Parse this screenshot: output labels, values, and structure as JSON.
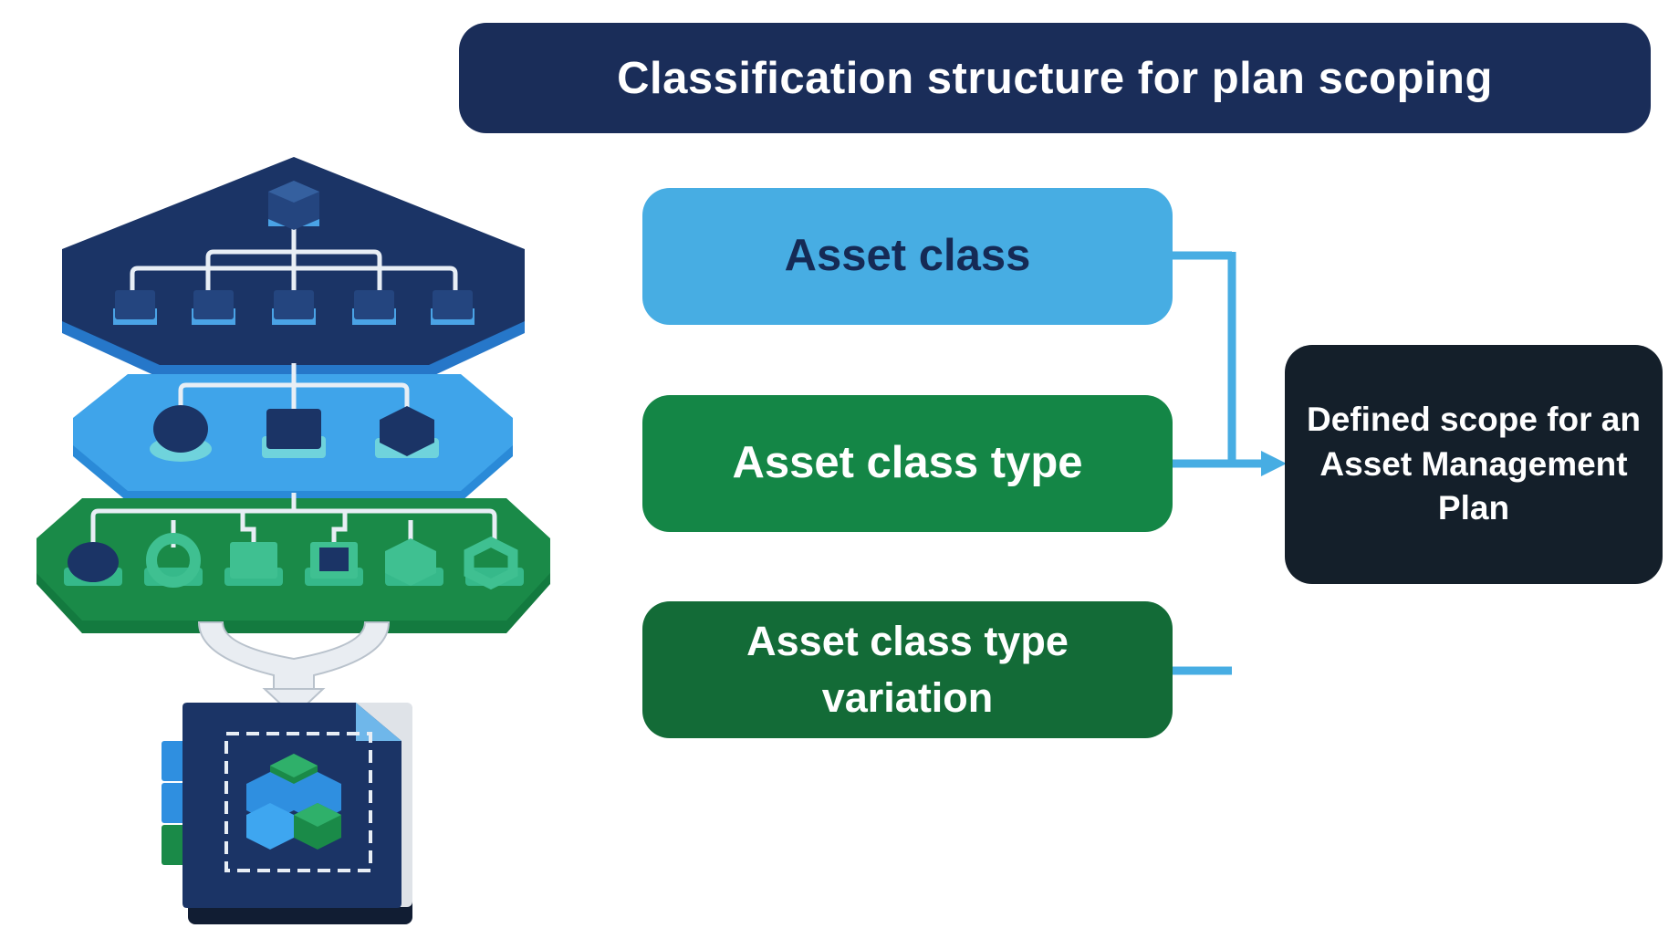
{
  "title": "Classification structure for plan scoping",
  "levels": [
    {
      "label": "Asset class",
      "color": "#47ade3"
    },
    {
      "label": "Asset class type",
      "color": "#148646"
    },
    {
      "label": "Asset class type variation",
      "color": "#136b37"
    }
  ],
  "result": {
    "label": "Defined scope for an Asset Management Plan",
    "color": "#141f2a"
  },
  "colors": {
    "title_bg": "#1a2d59",
    "connector": "#47ade3",
    "navy": "#1b3466",
    "blue": "#2f8fe0",
    "green": "#1a8a48"
  },
  "illustration": {
    "name": "hierarchy-stack-to-plan-book-icon"
  }
}
